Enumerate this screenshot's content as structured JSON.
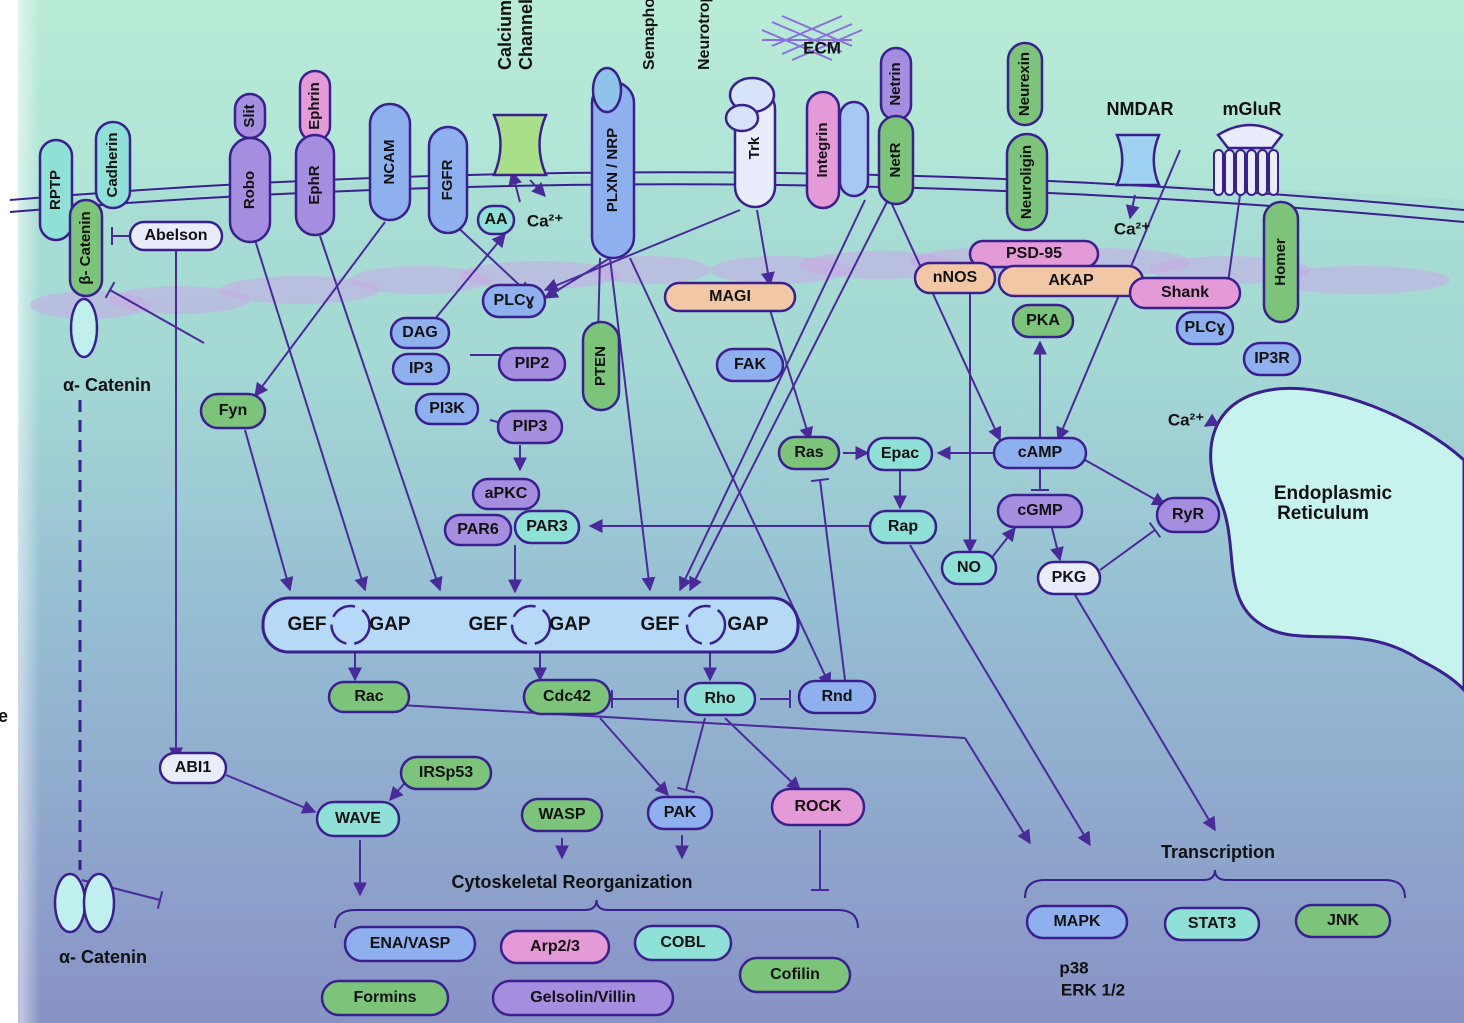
{
  "colors": {
    "bg_top": "#b8ecd6",
    "bg_mid": "#8fc7d0",
    "bg_bottom": "#7d6fc0",
    "outline": "#3b1f8f",
    "arrow": "#4a2a9a",
    "green": "#7cc47a",
    "blue": "#8fb0ee",
    "purple": "#a58ee0",
    "teal": "#8fe0d6",
    "peach": "#f1c7a6",
    "pink": "#e39ad6",
    "white": "#e8ecfb",
    "er": "#b8f0ea",
    "membrane_band": "#c9a8e6"
  },
  "nodes": [
    {
      "id": "cadherin",
      "label": "Cadherin",
      "color": "teal",
      "vertical": true
    },
    {
      "id": "rptp",
      "label": "RPTP",
      "color": "teal",
      "vertical": true
    },
    {
      "id": "b_catenin",
      "label": "β- Catenin",
      "color": "green",
      "vertical": true
    },
    {
      "id": "abelson",
      "label": "Abelson",
      "color": "white"
    },
    {
      "id": "slit",
      "label": "Slit",
      "color": "purple",
      "vertical": true
    },
    {
      "id": "robo",
      "label": "Robo",
      "color": "purple",
      "vertical": true
    },
    {
      "id": "ephrin",
      "label": "Ephrin",
      "color": "pink",
      "vertical": true
    },
    {
      "id": "ephr",
      "label": "EphR",
      "color": "purple",
      "vertical": true
    },
    {
      "id": "ncam",
      "label": "NCAM",
      "color": "blue",
      "vertical": true
    },
    {
      "id": "fgfr",
      "label": "FGFR",
      "color": "blue",
      "vertical": true
    },
    {
      "id": "aa",
      "label": "AA",
      "color": "teal"
    },
    {
      "id": "plxn",
      "label": "PLXN / NRP",
      "color": "blue",
      "vertical": true
    },
    {
      "id": "trk",
      "label": "Trk",
      "color": "white",
      "vertical": true
    },
    {
      "id": "integrin",
      "label": "Integrin",
      "color": "pink",
      "vertical": true
    },
    {
      "id": "netrin",
      "label": "Netrin",
      "color": "purple",
      "vertical": true
    },
    {
      "id": "netr",
      "label": "NetR",
      "color": "green",
      "vertical": true
    },
    {
      "id": "neurexin",
      "label": "Neurexin",
      "color": "green",
      "vertical": true
    },
    {
      "id": "neuroligin",
      "label": "Neuroligin",
      "color": "green",
      "vertical": true
    },
    {
      "id": "psd95",
      "label": "PSD-95",
      "color": "pink"
    },
    {
      "id": "nnos",
      "label": "nNOS",
      "color": "peach"
    },
    {
      "id": "akap",
      "label": "AKAP",
      "color": "peach"
    },
    {
      "id": "shank",
      "label": "Shank",
      "color": "pink"
    },
    {
      "id": "homer",
      "label": "Homer",
      "color": "green",
      "vertical": true
    },
    {
      "id": "plcg1",
      "label": "PLCɣ",
      "color": "blue"
    },
    {
      "id": "magi",
      "label": "MAGI",
      "color": "peach"
    },
    {
      "id": "pka",
      "label": "PKA",
      "color": "green"
    },
    {
      "id": "plcg2",
      "label": "PLCɣ",
      "color": "blue"
    },
    {
      "id": "ip3r",
      "label": "IP3R",
      "color": "blue"
    },
    {
      "id": "dag",
      "label": "DAG",
      "color": "blue"
    },
    {
      "id": "ip3",
      "label": "IP3",
      "color": "blue"
    },
    {
      "id": "pip2",
      "label": "PIP2",
      "color": "purple"
    },
    {
      "id": "pten",
      "label": "PTEN",
      "color": "green",
      "vertical": true
    },
    {
      "id": "pi3k",
      "label": "PI3K",
      "color": "blue"
    },
    {
      "id": "pip3",
      "label": "PIP3",
      "color": "purple"
    },
    {
      "id": "fak",
      "label": "FAK",
      "color": "blue"
    },
    {
      "id": "fyn",
      "label": "Fyn",
      "color": "green"
    },
    {
      "id": "ras",
      "label": "Ras",
      "color": "green"
    },
    {
      "id": "epac",
      "label": "Epac",
      "color": "teal"
    },
    {
      "id": "camp",
      "label": "cAMP",
      "color": "blue"
    },
    {
      "id": "apkc",
      "label": "aPKC",
      "color": "purple"
    },
    {
      "id": "par6",
      "label": "PAR6",
      "color": "purple"
    },
    {
      "id": "par3",
      "label": "PAR3",
      "color": "teal"
    },
    {
      "id": "rap",
      "label": "Rap",
      "color": "teal"
    },
    {
      "id": "cgmp",
      "label": "cGMP",
      "color": "purple"
    },
    {
      "id": "ryr",
      "label": "RyR",
      "color": "purple"
    },
    {
      "id": "no",
      "label": "NO",
      "color": "teal"
    },
    {
      "id": "pkg",
      "label": "PKG",
      "color": "white"
    },
    {
      "id": "rac",
      "label": "Rac",
      "color": "green"
    },
    {
      "id": "cdc42",
      "label": "Cdc42",
      "color": "green"
    },
    {
      "id": "rho",
      "label": "Rho",
      "color": "teal"
    },
    {
      "id": "rnd",
      "label": "Rnd",
      "color": "blue"
    },
    {
      "id": "abi1",
      "label": "ABI1",
      "color": "white"
    },
    {
      "id": "irsp53",
      "label": "IRSp53",
      "color": "green"
    },
    {
      "id": "wave",
      "label": "WAVE",
      "color": "teal"
    },
    {
      "id": "wasp",
      "label": "WASP",
      "color": "green"
    },
    {
      "id": "pak",
      "label": "PAK",
      "color": "blue"
    },
    {
      "id": "rock",
      "label": "ROCK",
      "color": "pink"
    },
    {
      "id": "ena",
      "label": "ENA/VASP",
      "color": "blue"
    },
    {
      "id": "arp",
      "label": "Arp2/3",
      "color": "pink"
    },
    {
      "id": "cobl",
      "label": "COBL",
      "color": "teal"
    },
    {
      "id": "cofilin",
      "label": "Cofilin",
      "color": "green"
    },
    {
      "id": "formins",
      "label": "Formins",
      "color": "green"
    },
    {
      "id": "gelsolin",
      "label": "Gelsolin/Villin",
      "color": "purple"
    },
    {
      "id": "mapk",
      "label": "MAPK",
      "color": "blue"
    },
    {
      "id": "stat3",
      "label": "STAT3",
      "color": "teal"
    },
    {
      "id": "jnk",
      "label": "JNK",
      "color": "green"
    }
  ],
  "labels": {
    "calcium_channel_1": "Calcium",
    "calcium_channel_2": "Channel",
    "semaphorin": "Semaphorin",
    "neurotrophin": "Neurotrophin",
    "ecm": "ECM",
    "nmdar": "NMDAR",
    "mglur": "mGluR",
    "ca1": "Ca²⁺",
    "ca2": "Ca²⁺",
    "ca3": "Ca²⁺",
    "a_catenin_top": "α- Catenin",
    "a_catenin_bottom": "α- Catenin",
    "er_1": "Endoplasmic",
    "er_2": "Reticulum",
    "cytoskeletal": "Cytoskeletal Reorganization",
    "transcription": "Transcription",
    "p38": "p38",
    "erk": "ERK 1/2",
    "gef": "GEF",
    "gap": "GAP",
    "edge_letter": "e"
  }
}
